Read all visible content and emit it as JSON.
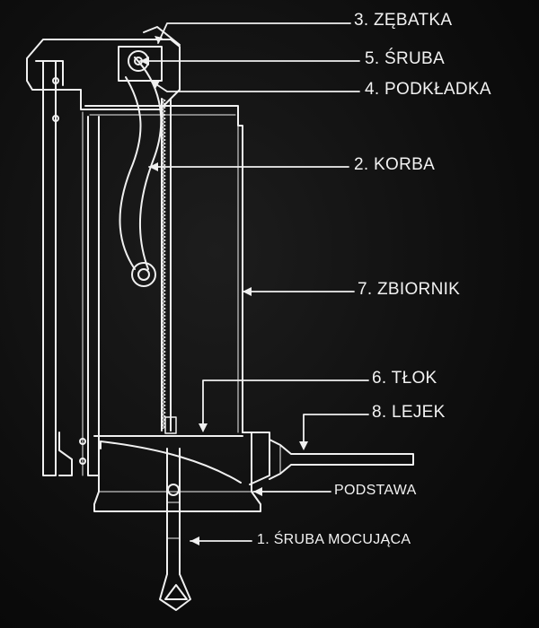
{
  "labels": {
    "zebatka": "3. ZĘBATKA",
    "sruba": "5. ŚRUBA",
    "podkladka": "4. PODKŁADKA",
    "korba": "2. KORBA",
    "zbiornik": "7. ZBIORNIK",
    "tlok": "6. TŁOK",
    "lejek": "8. LEJEK",
    "podstawa": "PODSTAWA",
    "sruba_mocujaca": "1. ŚRUBA MOCUJĄCA"
  },
  "colors": {
    "background": "#0e0e0e",
    "line": "#f2f2f2"
  }
}
